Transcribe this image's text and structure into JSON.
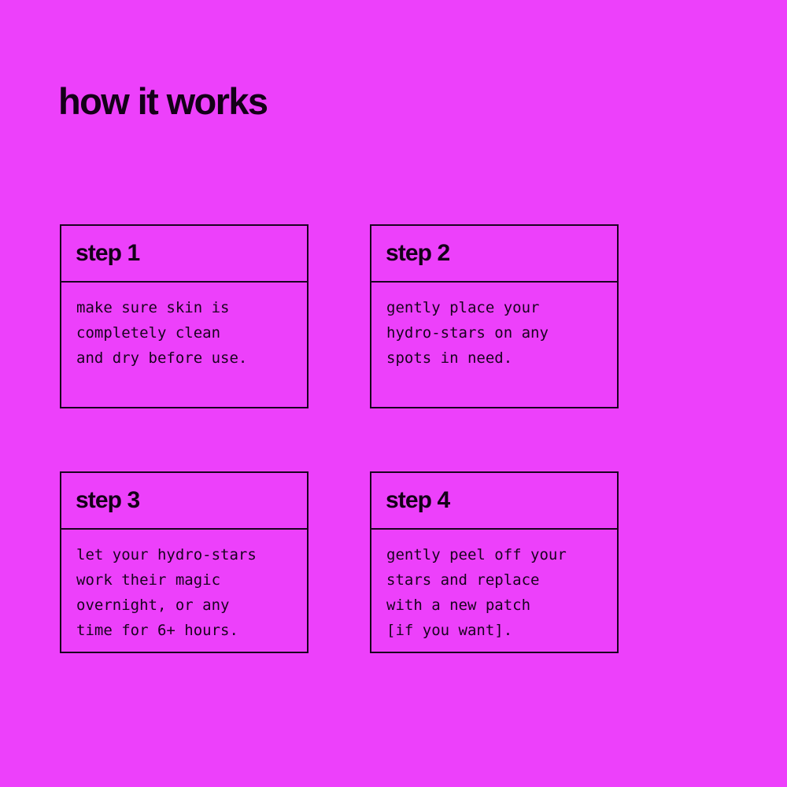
{
  "page": {
    "title": "how it works",
    "background_color": "#ed40fb",
    "ink_color": "#140018",
    "border_color": "#1a0320"
  },
  "steps": [
    {
      "id": "step-1",
      "title": "step 1",
      "body": "make sure skin is\ncompletely clean\nand dry before use."
    },
    {
      "id": "step-2",
      "title": "step 2",
      "body": "gently place your\nhydro-stars on any\nspots in need."
    },
    {
      "id": "step-3",
      "title": "step 3",
      "body": "let your hydro-stars\nwork their magic\novernight, or any\ntime for 6+ hours."
    },
    {
      "id": "step-4",
      "title": "step 4",
      "body": "gently peel off your\nstars and replace\nwith a new patch\n[if you want]."
    }
  ]
}
